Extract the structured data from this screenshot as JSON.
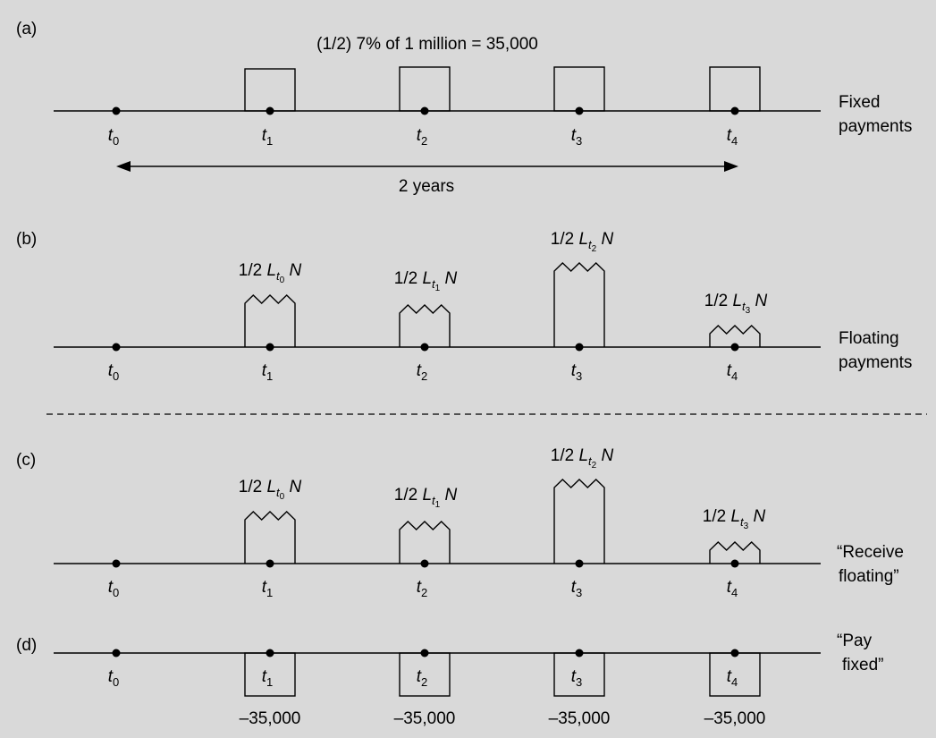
{
  "panels": {
    "a": {
      "label": "(a)",
      "heading": "(1/2) 7% of 1 million = 35,000",
      "side_line1": "Fixed",
      "side_line2": "payments",
      "span_label": "2 years"
    },
    "b": {
      "label": "(b)",
      "side_line1": "Floating",
      "side_line2": "payments"
    },
    "c": {
      "label": "(c)",
      "side_line1": "“Receive",
      "side_line2": "floating”"
    },
    "d": {
      "label": "(d)",
      "side_line1": "“Pay",
      "side_line2": "fixed”",
      "payment_label": "–35,000"
    }
  },
  "time_points": [
    {
      "base": "t",
      "sub": "0"
    },
    {
      "base": "t",
      "sub": "1"
    },
    {
      "base": "t",
      "sub": "2"
    },
    {
      "base": "t",
      "sub": "3"
    },
    {
      "base": "t",
      "sub": "4"
    }
  ],
  "floating_amounts": [
    {
      "prefix": "1/2 ",
      "L": "L",
      "t": "t",
      "idx": "0",
      "N": "N"
    },
    {
      "prefix": "1/2 ",
      "L": "L",
      "t": "t",
      "idx": "1",
      "N": "N"
    },
    {
      "prefix": "1/2 ",
      "L": "L",
      "t": "t",
      "idx": "2",
      "N": "N"
    },
    {
      "prefix": "1/2 ",
      "L": "L",
      "t": "t",
      "idx": "3",
      "N": "N"
    }
  ]
}
